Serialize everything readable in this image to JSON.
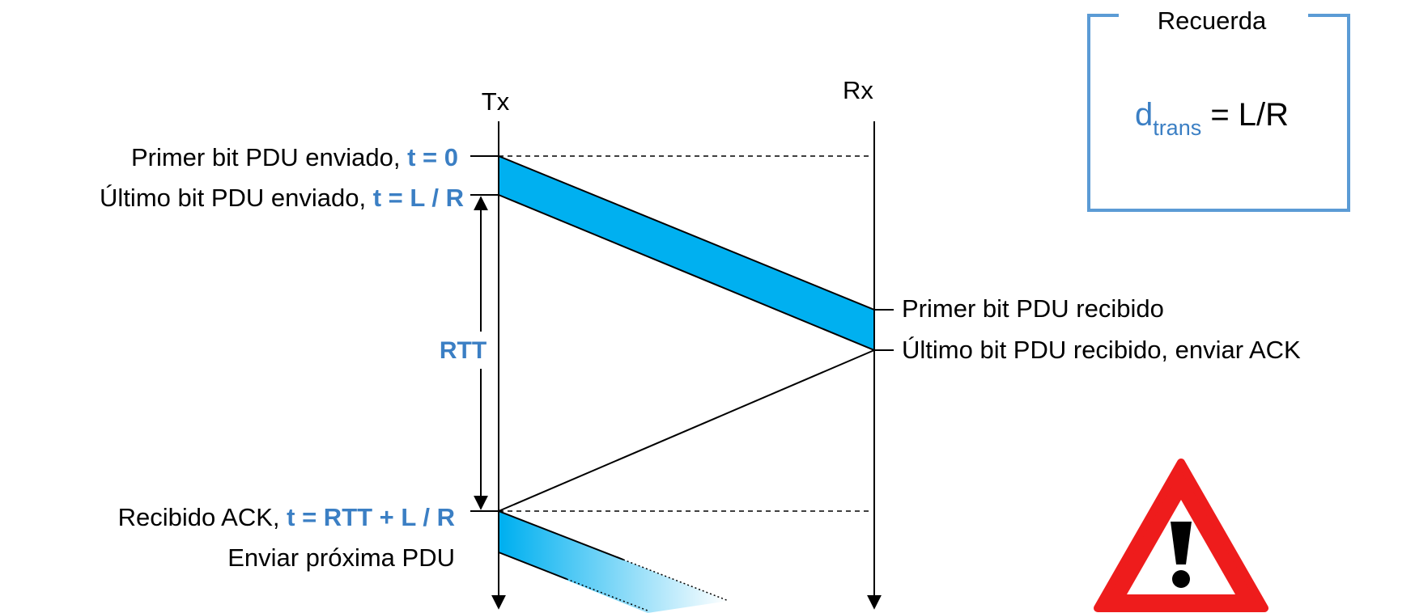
{
  "colors": {
    "packet_fill": "#00b0f0",
    "highlight_text": "#3b7fc4",
    "box_border": "#5b9bd5",
    "warning_red": "#ee1c1c",
    "line": "#000000"
  },
  "axes": {
    "tx_label": "Tx",
    "rx_label": "Rx"
  },
  "events_left": {
    "first_bit_sent": {
      "text": "Primer bit PDU enviado, ",
      "time": "t = 0"
    },
    "last_bit_sent": {
      "text": "Último bit PDU enviado, ",
      "time": "t = L / R"
    },
    "ack_received": {
      "text": "Recibido ACK, ",
      "time": "t = RTT + L / R"
    },
    "send_next": {
      "text": "Enviar próxima PDU"
    }
  },
  "events_right": {
    "first_bit_received": "Primer bit PDU recibido",
    "last_bit_received": "Último bit PDU recibido, enviar ACK"
  },
  "rtt_label": "RTT",
  "reminder": {
    "title": "Recuerda",
    "formula_base": "d",
    "formula_sub": "trans",
    "formula_rest": " = L/R"
  },
  "warning_icon": "warning-triangle-icon"
}
